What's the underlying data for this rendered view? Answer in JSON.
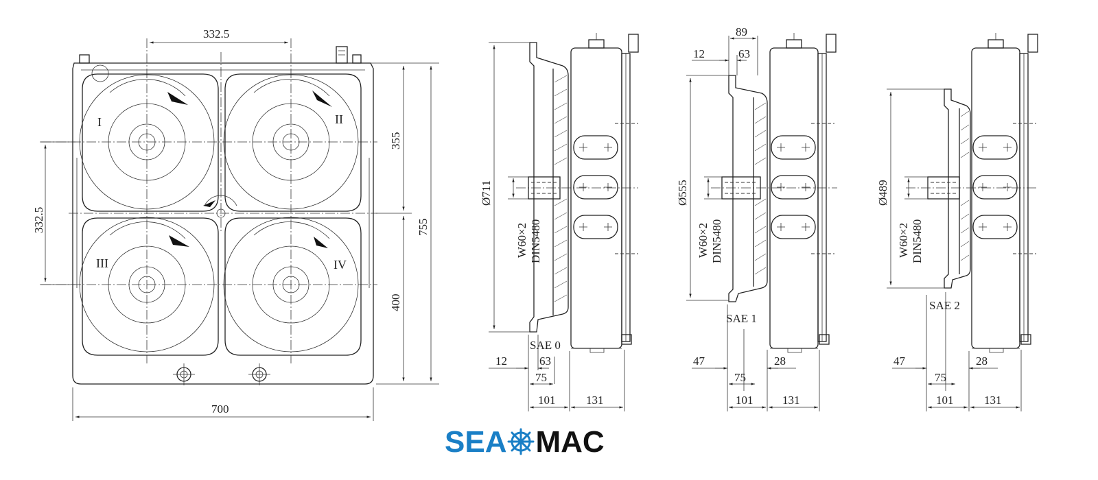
{
  "front_view": {
    "dim_top_width": "332.5",
    "dim_left_height": "332.5",
    "dim_upper": "355",
    "dim_lower": "400",
    "dim_overall_height": "755",
    "dim_overall_width": "700",
    "pump_labels": [
      "I",
      "II",
      "III",
      "IV"
    ]
  },
  "side_views": [
    {
      "diameter": "Ø711",
      "shaft": "W60×2",
      "standard": "DIN5480",
      "sae": "SAE 0",
      "top_dims": [],
      "bottom_dims": [
        "12",
        "63",
        "75",
        "101",
        "131"
      ]
    },
    {
      "diameter": "Ø555",
      "shaft": "W60×2",
      "standard": "DIN5480",
      "sae": "SAE 1",
      "top_dims": [
        "89",
        "12",
        "63"
      ],
      "bottom_dims": [
        "47",
        "28",
        "75",
        "101",
        "131"
      ]
    },
    {
      "diameter": "Ø489",
      "shaft": "W60×2",
      "standard": "DIN5480",
      "sae": "SAE 2",
      "top_dims": [],
      "bottom_dims": [
        "47",
        "28",
        "75",
        "101",
        "131"
      ]
    }
  ],
  "logo": {
    "part1": "SEA",
    "part2": "MAC",
    "colors": {
      "sea": "#1a7fc6",
      "mac": "#111111",
      "wheel": "#1a7fc6"
    }
  }
}
